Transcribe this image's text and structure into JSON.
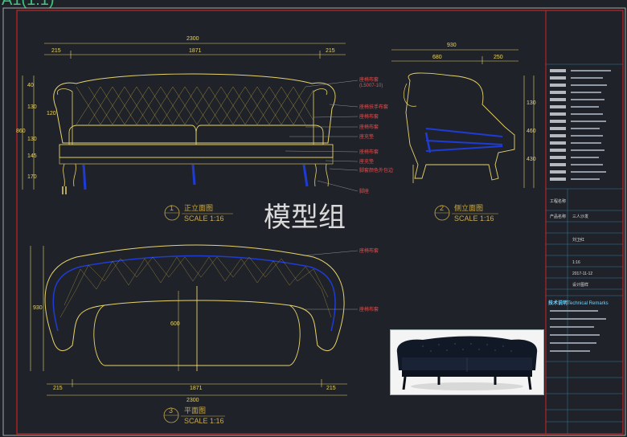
{
  "sheet_header": "A1(1:1)",
  "watermark": "模型组",
  "views": {
    "front": {
      "number": "1",
      "title": "正立面图",
      "scale": "SCALE 1:16",
      "dims": {
        "overall": "2300",
        "left": "215",
        "mid": "1871",
        "right": "215"
      },
      "vdims": [
        "40",
        "130",
        "120",
        "130",
        "145",
        "170"
      ],
      "vtotal": "860",
      "labels": [
        "座椅布套",
        "(L5007-10)",
        "座椅扶手布套",
        "座椅布套",
        "座椅布套",
        "座充垫",
        "座椅布套",
        "座充垫",
        "脚套颜色外包边",
        "脚座"
      ]
    },
    "side": {
      "number": "2",
      "title": "侧立面图",
      "scale": "SCALE 1:16",
      "dims": {
        "overall": "930",
        "left": "680",
        "right": "250"
      },
      "vdims": [
        "130",
        "460",
        "430"
      ]
    },
    "plan": {
      "number": "3",
      "title": "平面图",
      "scale": "SCALE 1:16",
      "dims": {
        "overall": "2300",
        "left": "215",
        "mid": "1871",
        "right": "215"
      },
      "vdim_total": "930",
      "vdim_inner": "600",
      "labels": [
        "座椅布套",
        "座椅布套"
      ]
    }
  },
  "title_block": {
    "header": "技术说明",
    "header_en": "Technical Remarks",
    "project_label": "工程名称",
    "product_label": "产品名称",
    "product_name": "三人沙发",
    "rows": [
      "刘卫红",
      "1:16",
      "2017-11-12",
      "设计图样"
    ]
  },
  "colors": {
    "background": "#1f2329",
    "frame": "#cc2222",
    "sofa": "#e8d36a",
    "blue": "#1f3bd6",
    "dimension": "#e8d36a"
  }
}
